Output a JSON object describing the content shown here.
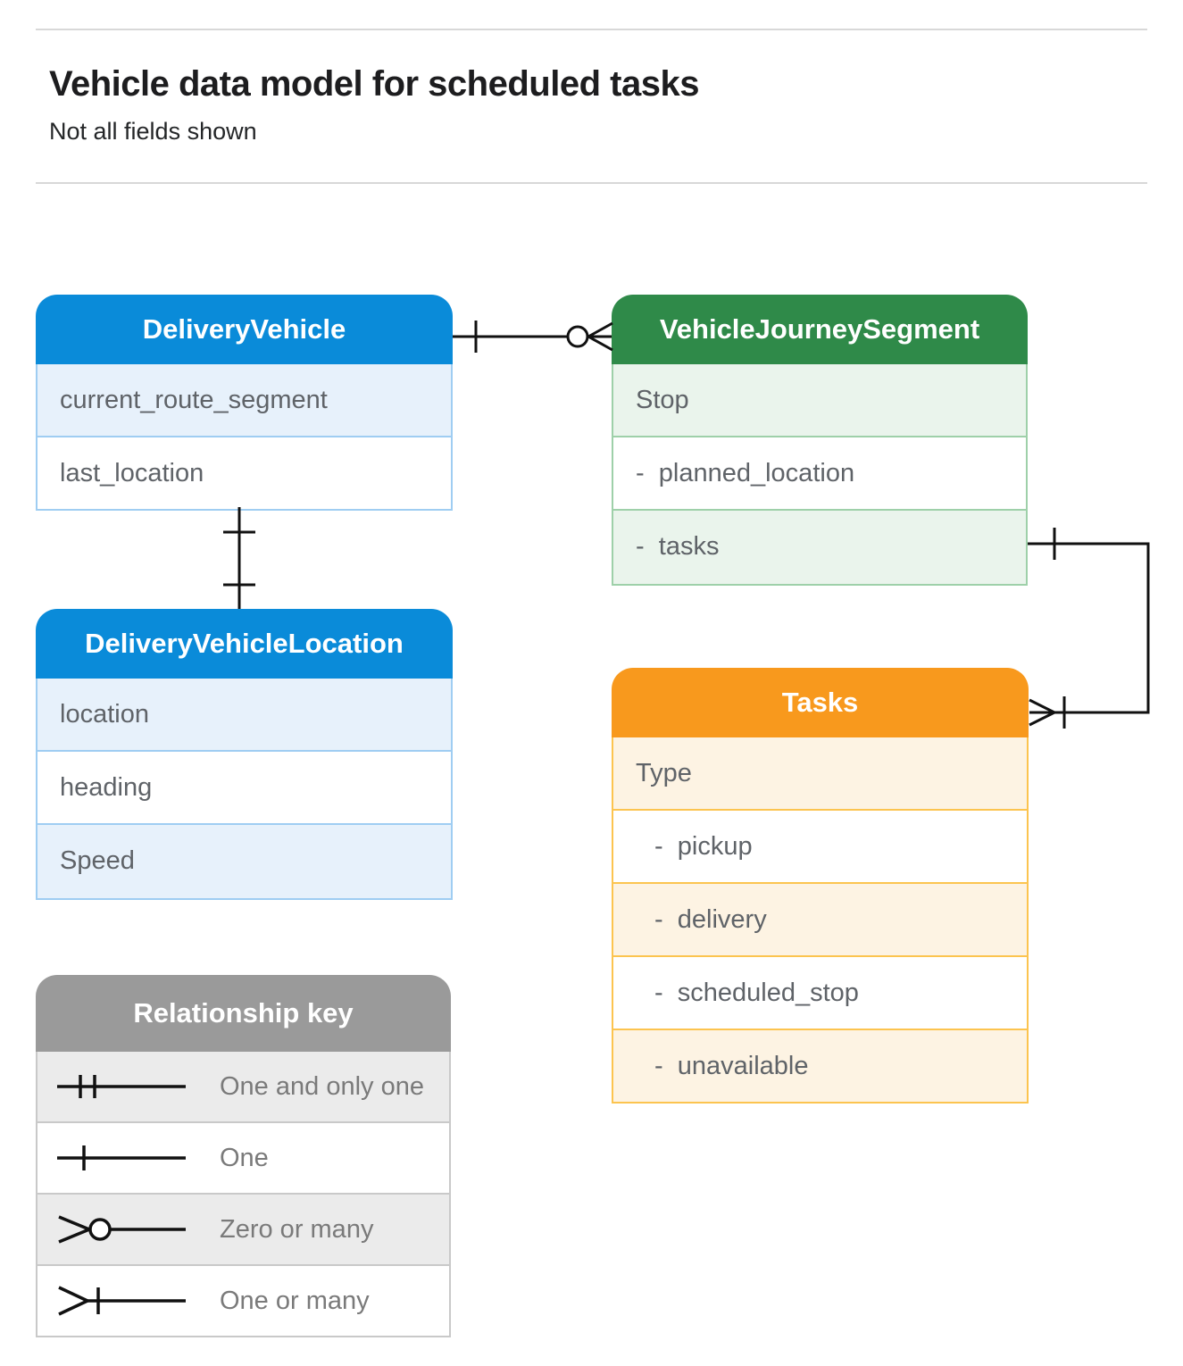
{
  "page": {
    "title": "Vehicle data model for scheduled tasks",
    "subtitle": "Not all fields shown"
  },
  "colors": {
    "blue_header": "#0a8bd9",
    "blue_row": "#e7f1fb",
    "blue_border": "#9fcdf2",
    "green_header": "#2f8a49",
    "green_row": "#eaf4ec",
    "green_border": "#9ed0a9",
    "orange_header": "#f8991d",
    "orange_row": "#fdf3e3",
    "orange_border": "#fcc44f",
    "gray_header": "#9a9a9a",
    "gray_row": "#ebebeb",
    "connector": "#111111"
  },
  "entities": [
    {
      "name": "DeliveryVehicle",
      "fields": [
        {
          "text": "current_route_segment"
        },
        {
          "text": "last_location"
        }
      ]
    },
    {
      "name": "VehicleJourneySegment",
      "fields": [
        {
          "text": "Stop"
        },
        {
          "text": "-  planned_location"
        },
        {
          "text": "-  tasks"
        }
      ]
    },
    {
      "name": "DeliveryVehicleLocation",
      "fields": [
        {
          "text": "location"
        },
        {
          "text": "heading"
        },
        {
          "text": "Speed"
        }
      ]
    },
    {
      "name": "Tasks",
      "fields": [
        {
          "text": "Type"
        },
        {
          "text": "-  pickup"
        },
        {
          "text": "-  delivery"
        },
        {
          "text": "-  scheduled_stop"
        },
        {
          "text": "-  unavailable"
        }
      ]
    }
  ],
  "relationships": [
    {
      "from": "DeliveryVehicle",
      "from_end": "one",
      "to": "VehicleJourneySegment",
      "to_end": "zero-or-many"
    },
    {
      "from": "DeliveryVehicle",
      "from_end": "one",
      "to": "DeliveryVehicleLocation",
      "to_end": "one"
    },
    {
      "from": "VehicleJourneySegment.tasks",
      "from_end": "one",
      "to": "Tasks",
      "to_end": "one-or-many"
    }
  ],
  "legend": {
    "title": "Relationship key",
    "items": [
      {
        "icon": "one-and-only-one-icon",
        "label": "One and only one"
      },
      {
        "icon": "one-icon",
        "label": "One"
      },
      {
        "icon": "zero-or-many-icon",
        "label": "Zero or many"
      },
      {
        "icon": "one-or-many-icon",
        "label": "One or many"
      }
    ]
  }
}
